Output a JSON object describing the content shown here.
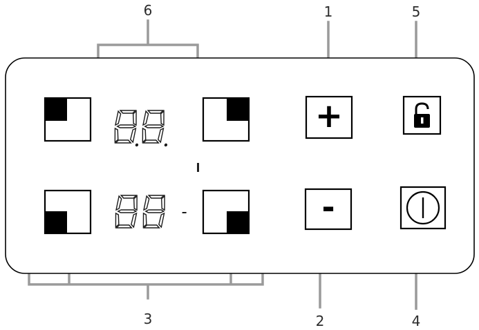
{
  "callouts": {
    "plus_button": "1",
    "minus_button": "2",
    "zone_keys": "3",
    "power_button": "4",
    "lock_button": "5",
    "displays": "6"
  },
  "controls": {
    "plus_symbol": "+",
    "minus_symbol": "-"
  },
  "icons": {
    "lock": "lock-icon",
    "power": "power-icon"
  },
  "colors": {
    "outline": "#000000",
    "leader_lines": "#9a9a9a",
    "fill_indicator": "#000000"
  }
}
